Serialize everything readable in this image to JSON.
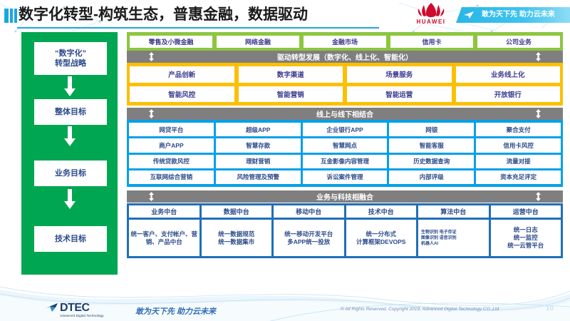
{
  "header": {
    "title": "数字化转型-构筑生态，普惠金融，数据驱动",
    "brand_name": "HUAWEI",
    "banner_text": "敢为天下先 助力云未来"
  },
  "sidebar": {
    "items": [
      {
        "label": "“数字化”\n转型战略"
      },
      {
        "label": "整体目标"
      },
      {
        "label": "业务目标"
      },
      {
        "label": "技术目标"
      }
    ]
  },
  "business_lines": {
    "items": [
      {
        "label": "零售及小微金融"
      },
      {
        "label": "网络金融"
      },
      {
        "label": "金融市场"
      },
      {
        "label": "信用卡"
      },
      {
        "label": "公司业务"
      }
    ]
  },
  "band_drive": {
    "label": "驱动转型发展（数字化、线上化、智能化）"
  },
  "orange_layer": {
    "rows": [
      [
        {
          "label": "产品创新"
        },
        {
          "label": "数字渠道"
        },
        {
          "label": "场景服务"
        },
        {
          "label": "业务线上化"
        }
      ],
      [
        {
          "label": "智能风控"
        },
        {
          "label": "智能营销"
        },
        {
          "label": "智能运营"
        },
        {
          "label": "开放银行"
        }
      ]
    ]
  },
  "band_online_offline": {
    "label": "线上与线下相结合"
  },
  "blue_layer": {
    "rows": [
      [
        {
          "label": "网贷平台"
        },
        {
          "label": "超级APP"
        },
        {
          "label": "企业银行APP"
        },
        {
          "label": "网银"
        },
        {
          "label": "聚合支付"
        }
      ],
      [
        {
          "label": "商户APP"
        },
        {
          "label": "智慧存款"
        },
        {
          "label": "智慧网点"
        },
        {
          "label": "智能客服"
        },
        {
          "label": "信用卡风控"
        }
      ],
      [
        {
          "label": "传统贷款风控"
        },
        {
          "label": "理财营销"
        },
        {
          "label": "互金影像内容管理"
        },
        {
          "label": "历史数据查询"
        },
        {
          "label": "流量对接"
        }
      ],
      [
        {
          "label": "互联网综合营销"
        },
        {
          "label": "风险管理及预警"
        },
        {
          "label": "诉讼案件管理"
        },
        {
          "label": "内部评级"
        },
        {
          "label": "资本充足评定"
        }
      ]
    ]
  },
  "band_business_tech": {
    "label": "业务与科技相融合"
  },
  "platform_layer": {
    "columns": [
      {
        "head": "业务中台",
        "body": "统一客户、支付帐户、营销、产品中台",
        "small": false
      },
      {
        "head": "数据中台",
        "body": "统一数据规范\n统一数据集市",
        "small": false
      },
      {
        "head": "移动中台",
        "body": "统一移动开发平台\n多APP统一投放",
        "small": false
      },
      {
        "head": "技术中台",
        "body": "统一分布式\n计算框架DEVOPS",
        "small": false
      },
      {
        "head": "算法中台",
        "body": "生物识别 电子存证\n图像识别 语音识别\n机器人AI",
        "small": true
      },
      {
        "head": "运营中台",
        "body": "统一日志\n统一监控\n统一云管平台",
        "small": false
      }
    ]
  },
  "footer": {
    "logo_text": "DTEC",
    "logo_sub": "Advanced Digital Technology",
    "slogan": "敢为天下先   助力云未来",
    "copyright": "© All Rights Reserved. Copyright 2019, Advanced Digital Technology CO.,Ltd",
    "page_number": "10"
  },
  "colors": {
    "sidebar_green": "#00a651",
    "row_green": "#8cc63f",
    "orange": "#fcbf04",
    "blue": "#00a0e9",
    "navy": "#1f6fb8",
    "gray_band": "#7f7f7f",
    "accent": "#1aa7e0",
    "huawei_red": "#cf0a2c"
  }
}
